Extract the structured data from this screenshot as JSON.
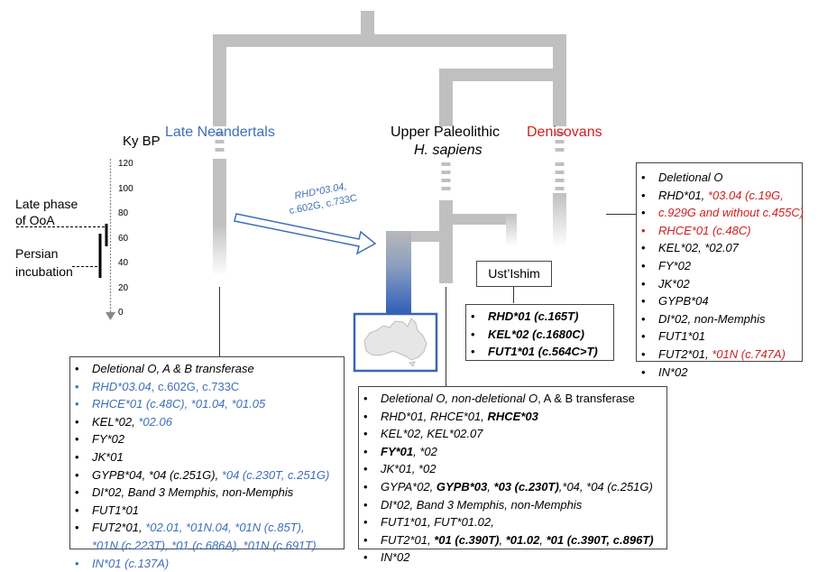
{
  "labels": {
    "neandertals": "Late Neandertals",
    "sapiens_line1": "Upper Paleolithic",
    "sapiens_line2": "H. sapiens",
    "denisovans": "Denisovans",
    "ky_bp": "Ky BP",
    "late_phase_1": "Late phase",
    "late_phase_2": "of OoA",
    "persian_1": "Persian",
    "persian_2": "incubation",
    "ust_ishim": "Ust’Ishim",
    "introgression_1": "RHD*03.04,",
    "introgression_2": "c.602G, c.733C"
  },
  "axis_ticks": [
    "120",
    "100",
    "80",
    "60",
    "40",
    "20",
    "0"
  ],
  "colors": {
    "neandertal_blue": "#3f6fb8",
    "denisovan_red": "#d02020",
    "branch_gray": "#c0c0c0",
    "australia_blue": "#3a65b5"
  },
  "icons": {
    "australia": "australia-map-icon",
    "arrow": "introgression-arrow-icon"
  },
  "ust_box": [
    {
      "parts": [
        {
          "t": "RHD*01 (c.165T)",
          "s": "b"
        }
      ]
    },
    {
      "parts": [
        {
          "t": "KEL*02 (c.1680C)",
          "s": "b"
        }
      ]
    },
    {
      "parts": [
        {
          "t": "FUT1*01 (c.564C>T)",
          "s": "b"
        }
      ]
    }
  ],
  "denisovan_box": [
    {
      "parts": [
        {
          "t": "Deletional O"
        }
      ]
    },
    {
      "parts": [
        {
          "t": "RHD*01, "
        },
        {
          "t": "*03.04 (c.19G,",
          "s": "red"
        }
      ]
    },
    {
      "parts": [
        {
          "t": "c.929G and without c.455C)",
          "s": "red"
        }
      ]
    },
    {
      "bullet_class": "red",
      "parts": [
        {
          "t": "RHCE*01 (c.48C)",
          "s": "red"
        }
      ]
    },
    {
      "parts": [
        {
          "t": "KEL*02, *02.07"
        }
      ]
    },
    {
      "parts": [
        {
          "t": "FY*02"
        }
      ]
    },
    {
      "parts": [
        {
          "t": "JK*02"
        }
      ]
    },
    {
      "parts": [
        {
          "t": "GYPB*04"
        }
      ]
    },
    {
      "parts": [
        {
          "t": "DI*02, non-Memphis"
        }
      ]
    },
    {
      "parts": [
        {
          "t": "FUT1*01"
        }
      ]
    },
    {
      "parts": [
        {
          "t": "FUT2*01, "
        },
        {
          "t": "*01N (c.747A)",
          "s": "red"
        }
      ]
    },
    {
      "parts": [
        {
          "t": "IN*02"
        }
      ]
    }
  ],
  "neandertal_box": [
    {
      "parts": [
        {
          "t": "Deletional O, A & B transferase"
        }
      ]
    },
    {
      "bullet_class": "blue",
      "parts": [
        {
          "t": "RHD*03.04",
          "s": "blue"
        },
        {
          "t": ", c.602G, c.733C",
          "s": "blue n"
        }
      ]
    },
    {
      "bullet_class": "blue",
      "parts": [
        {
          "t": "RHCE*01 (c.48C), *01.04, *01.05",
          "s": "blue"
        }
      ]
    },
    {
      "parts": [
        {
          "t": "KEL*02, "
        },
        {
          "t": "*02.06",
          "s": "blue"
        }
      ]
    },
    {
      "parts": [
        {
          "t": "FY*02"
        }
      ]
    },
    {
      "parts": [
        {
          "t": "JK*01"
        }
      ]
    },
    {
      "parts": [
        {
          "t": "GYPB*04, *04 (c.251G), "
        },
        {
          "t": "*04 (c.230T, c.251G)",
          "s": "blue"
        }
      ]
    },
    {
      "parts": [
        {
          "t": "DI*02, Band 3 Memphis, non-Memphis"
        }
      ]
    },
    {
      "parts": [
        {
          "t": "FUT1*01"
        }
      ]
    },
    {
      "parts": [
        {
          "t": "FUT2*01, "
        },
        {
          "t": "*02.01, *01N.04, *01N (c.85T),",
          "s": "blue"
        }
      ]
    },
    {
      "cont": true,
      "parts": [
        {
          "t": "*01N (c.223T), *01 (c.686A), *01N (c.691T)",
          "s": "blue"
        }
      ]
    },
    {
      "bullet_class": "blue",
      "parts": [
        {
          "t": "IN*01 (c.137A)",
          "s": "blue"
        }
      ]
    }
  ],
  "sapiens_box": [
    {
      "parts": [
        {
          "t": "Deletional O, non-deletional O"
        },
        {
          "t": ",  A & B transferase",
          "s": "n"
        }
      ]
    },
    {
      "parts": [
        {
          "t": "RHD*01, RHCE*01, "
        },
        {
          "t": "RHCE*03",
          "s": "b"
        }
      ]
    },
    {
      "parts": [
        {
          "t": "KEL*02, KEL*02.07"
        }
      ]
    },
    {
      "parts": [
        {
          "t": "FY*01",
          "s": "b"
        },
        {
          "t": ", *02"
        }
      ]
    },
    {
      "parts": [
        {
          "t": "JK*01, *02"
        }
      ]
    },
    {
      "parts": [
        {
          "t": "GYPA*02, "
        },
        {
          "t": "GYPB*03",
          "s": "b"
        },
        {
          "t": ", "
        },
        {
          "t": "*03 (c.230T)",
          "s": "b"
        },
        {
          "t": ",*04, *04 (c.251G)"
        }
      ]
    },
    {
      "parts": [
        {
          "t": "DI*02, Band 3 Memphis, non-Memphis"
        }
      ]
    },
    {
      "parts": [
        {
          "t": "FUT1*01, FUT*01.02,"
        }
      ]
    },
    {
      "parts": [
        {
          "t": "FUT2*01, "
        },
        {
          "t": "*01 (c.390T)",
          "s": "b"
        },
        {
          "t": ", "
        },
        {
          "t": "*01.02",
          "s": "b"
        },
        {
          "t": ", "
        },
        {
          "t": "*01 (c.390T, c.896T)",
          "s": "b"
        }
      ]
    },
    {
      "parts": [
        {
          "t": "IN*02"
        }
      ]
    }
  ]
}
